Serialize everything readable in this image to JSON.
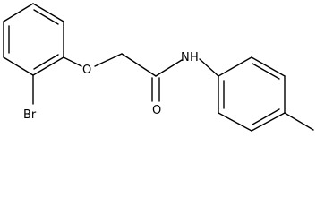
{
  "diagram": {
    "type": "chemical-structure",
    "atoms": {
      "bromine": "Br",
      "ether_oxygen": "O",
      "amide_nitrogen": "N",
      "amide_hydrogen": "H",
      "carbonyl_oxygen": "O"
    }
  }
}
